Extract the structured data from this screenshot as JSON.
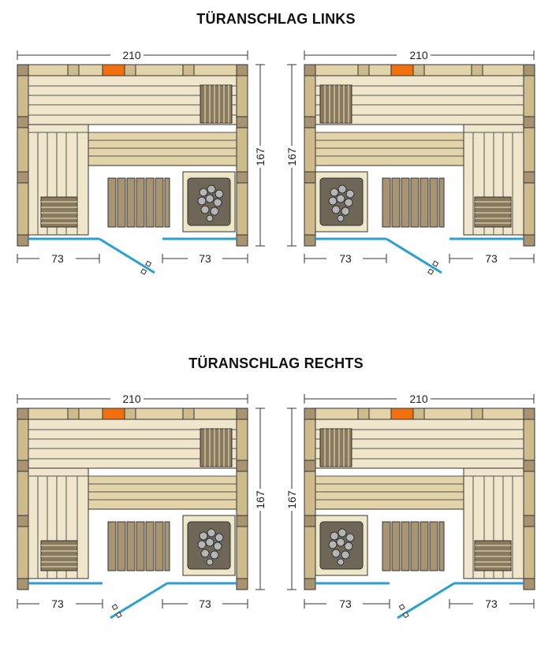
{
  "sections": [
    {
      "title": "TÜRANSCHLAG LINKS"
    },
    {
      "title": "TÜRANSCHLAG RECHTS"
    }
  ],
  "plans": [
    {
      "id": "links-a",
      "width_label": "210",
      "depth_label": "167",
      "door_left_label": "73",
      "door_right_label": "73"
    },
    {
      "id": "links-b",
      "width_label": "210",
      "depth_label": "167",
      "door_left_label": "73",
      "door_right_label": "73"
    },
    {
      "id": "rechts-a",
      "width_label": "210",
      "depth_label": "167",
      "door_left_label": "73",
      "door_right_label": "73"
    },
    {
      "id": "rechts-b",
      "width_label": "210",
      "depth_label": "167",
      "door_left_label": "73",
      "door_right_label": "73"
    }
  ],
  "colors": {
    "wood_light": "#f0e6cc",
    "wood_mid": "#e3d3a8",
    "wood_post": "#cdbb8c",
    "wood_dark": "#a89470",
    "slat_dark": "#8a7a5c",
    "lamp": "#f07010",
    "glass_door": "#2a9fd6",
    "stove_frame": "#efe8c8",
    "stove_dark": "#6e6758",
    "stone": "#b5b5b5",
    "line": "#333333"
  }
}
